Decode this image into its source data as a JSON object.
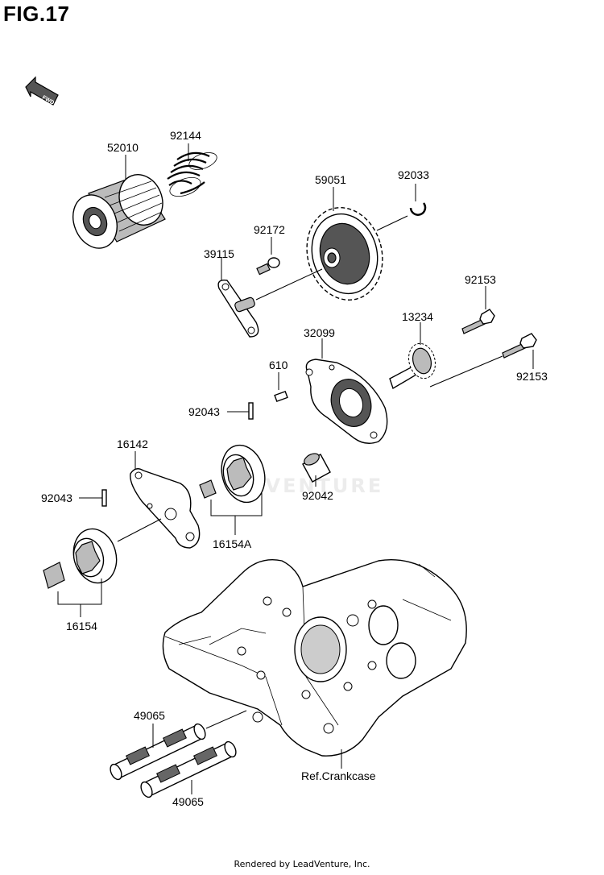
{
  "figure": {
    "title": "FIG.17"
  },
  "fwd_label": "FWD",
  "watermark": "ADVENTURE",
  "footer": "Rendered by LeadVenture, Inc.",
  "callouts": {
    "p52010": "52010",
    "p92144": "92144",
    "p59051": "59051",
    "p92033": "92033",
    "p92172": "92172",
    "p39115": "39115",
    "p92153_top": "92153",
    "p13234": "13234",
    "p32099": "32099",
    "p610": "610",
    "p92153_right": "92153",
    "p92043_top": "92043",
    "p16142": "16142",
    "p92043_left": "92043",
    "p92042": "92042",
    "p16154A": "16154A",
    "p16154": "16154",
    "p49065_top": "49065",
    "p49065_bottom": "49065",
    "ref_crankcase": "Ref.Crankcase"
  }
}
